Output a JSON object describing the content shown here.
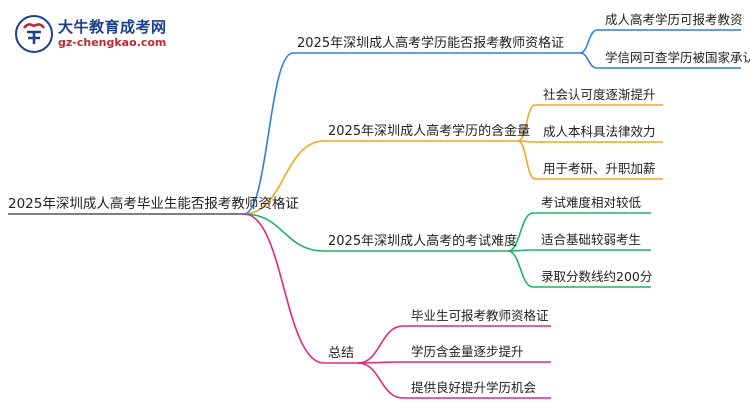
{
  "brand": {
    "name": "大牛教育成考网",
    "url": "gz-chengkao.com"
  },
  "mindmap": {
    "root": "2025年深圳成人高考毕业生能否报考教师资格证",
    "colors": {
      "blue": "#2f7de1",
      "orange": "#f0a81c",
      "green": "#21b26a",
      "pink": "#e0287a"
    },
    "branches": [
      {
        "label": "2025年深圳成人高考学历能否报考教师资格证",
        "color": "blue",
        "children": [
          "成人高考学历可报考教资",
          "学信网可查学历被国家承认"
        ]
      },
      {
        "label": "2025年深圳成人高考学历的含金量",
        "color": "orange",
        "children": [
          "社会认可度逐渐提升",
          "成人本科具法律效力",
          "用于考研、升职加薪"
        ]
      },
      {
        "label": "2025年深圳成人高考的考试难度",
        "color": "green",
        "children": [
          "考试难度相对较低",
          "适合基础较弱考生",
          "录取分数线约200分"
        ]
      },
      {
        "label": "总结",
        "color": "pink",
        "children": [
          "毕业生可报考教师资格证",
          "学历含金量逐步提升",
          "提供良好提升学历机会"
        ]
      }
    ]
  }
}
